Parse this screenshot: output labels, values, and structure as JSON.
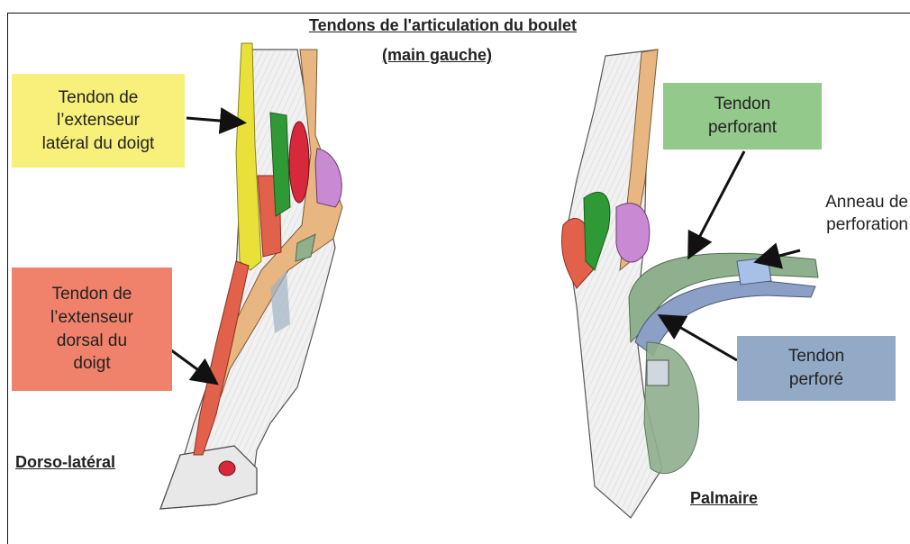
{
  "title": {
    "line1": "Tendons de l'articulation du boulet",
    "line2": "(main gauche)"
  },
  "labels": {
    "lateral_extensor": "Tendon de\nl’extenseur\nlatéral du doigt",
    "dorsal_extensor": "Tendon de\nl’extenseur\ndorsal du\ndoigt",
    "perforant": "Tendon\nperforant",
    "anneau": "Anneau de\nperforation",
    "perfore": "Tendon\nperforé"
  },
  "views": {
    "left": "Dorso-latéral",
    "right": "Palmaire"
  },
  "colors": {
    "lateral_box": "#f7f07a",
    "dorsal_box": "#f0826b",
    "perforant_box": "#93c98b",
    "perfore_box": "#93aac7",
    "yellow_tendon": "#e9e03a",
    "red_tendon": "#e2614a",
    "green_muscle": "#2f9a35",
    "crimson_muscle": "#d8283c",
    "tan_ligament": "#e8b680",
    "violet_structure": "#c98ad3",
    "perforant_tendon": "#8fb08d",
    "perfore_tendon": "#8c9fc6",
    "ring": "#a6c0e8"
  }
}
